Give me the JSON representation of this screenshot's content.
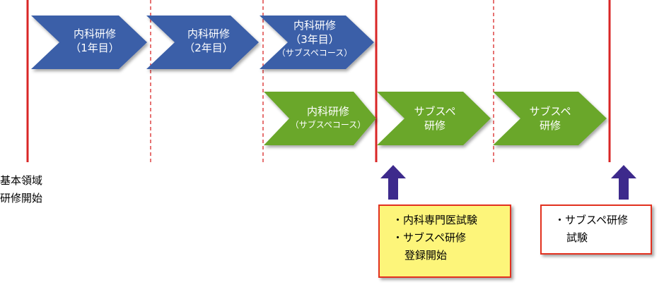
{
  "colors": {
    "blue_arrow": "#3b5fa8",
    "green_arrow": "#6aa72c",
    "red_line": "#d92626",
    "up_arrow": "#3d2a8c",
    "yellow_box": "#fdf57a"
  },
  "blue_track": [
    {
      "lines": [
        "内科研修",
        "（1年目）"
      ]
    },
    {
      "lines": [
        "内科研修",
        "（2年目）"
      ]
    },
    {
      "lines": [
        "内科研修",
        "（3年目）",
        "（サブスペコース）"
      ]
    }
  ],
  "green_track": [
    {
      "lines": [
        "内科研修",
        "（サブスペコース）"
      ]
    },
    {
      "lines": [
        "サブスペ",
        "研修"
      ]
    },
    {
      "lines": [
        "サブスペ",
        "研修"
      ]
    }
  ],
  "start_label": [
    "基本領域",
    "研修開始"
  ],
  "milestone_boxes": [
    {
      "items": [
        "・内科専門医試験",
        "・サブスペ研修",
        "登録開始"
      ]
    },
    {
      "items": [
        "・サブスペ研修",
        "試験"
      ]
    }
  ]
}
